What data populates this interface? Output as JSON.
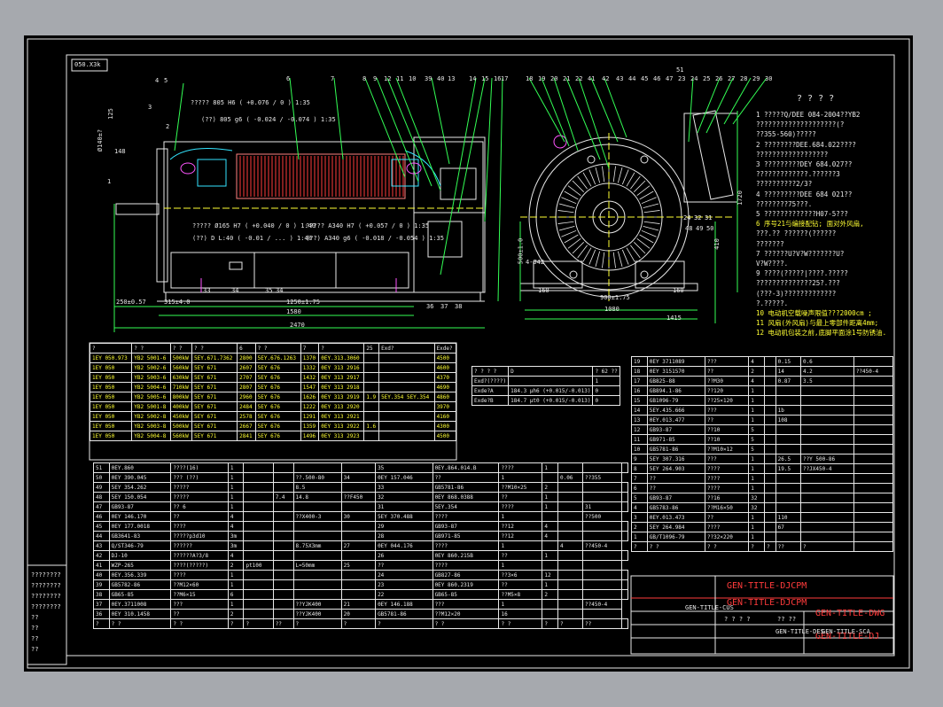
{
  "drawing": {
    "ref_box": "050.X3k",
    "side_balloons": [
      "4",
      "5",
      "3",
      "2",
      "1"
    ],
    "front_balloons": [
      "6",
      "7",
      "8",
      "9",
      "12",
      "11",
      "10",
      "39",
      "40",
      "13",
      "14",
      "15",
      "16",
      "17",
      "18",
      "19",
      "20",
      "21",
      "22",
      "41",
      "42",
      "43",
      "44",
      "45",
      "46",
      "47",
      "23",
      "24",
      "25",
      "26",
      "27",
      "28",
      "29",
      "30"
    ],
    "top51": "51",
    "fit_lines": [
      "?????  805 H6 ( +0.076 / 0 )  1:35",
      "(??)  805 g6 ( -0.024 / -0.074 ) 1:35",
      "?????  Ø165 H7 ( +0.040 / 0 )  1:40",
      "(??)  D  L:40 ( -0.01 / ... )  1:40",
      "?????  A340 H7 ( +0.057 / 0 )  1:35",
      "(??)  A340 g6 ( -0.018 / -0.054 ) 1:35"
    ],
    "bottom_balloons": [
      "33",
      "34",
      "35",
      "34",
      "36",
      "37",
      "38"
    ],
    "dims_side": [
      "250±0.57",
      "315±4.0",
      "1250±1.75",
      "1580",
      "2470",
      "148"
    ],
    "dims_front": [
      "500±1.0",
      "4-Ø42",
      "160",
      "900±1.75",
      "160",
      "1080",
      "1415",
      "1720",
      "410",
      "24",
      "32",
      "31",
      "48",
      "49",
      "50"
    ],
    "left_dim": "Ø140±?",
    "left_dim2": "125"
  },
  "notes": {
    "title": "? ? ? ?",
    "lines": [
      {
        "text": "1  ?????Q/DEE 084-2004??YB2",
        "color": "w"
      },
      {
        "text": "   ????????????????????(?",
        "color": "w"
      },
      {
        "text": "   ??355-560)?????",
        "color": "w"
      },
      {
        "text": "2  ????????DEE.684.022????",
        "color": "w"
      },
      {
        "text": "   ??????????????????",
        "color": "w"
      },
      {
        "text": "3  ?????????DEY 684.027??",
        "color": "w"
      },
      {
        "text": "   ?????????????.??????3",
        "color": "w"
      },
      {
        "text": "   ??????????2/3?",
        "color": "w"
      },
      {
        "text": "4  ?????????DEE 684 021??",
        "color": "w"
      },
      {
        "text": "   ????????75???.",
        "color": "w"
      },
      {
        "text": "5  ?????????????H07-5???",
        "color": "w"
      },
      {
        "text": "6 序号21与编接配钻; 面对外风扇,",
        "color": "y"
      },
      {
        "text": "   ???.??  ??????(??????",
        "color": "w"
      },
      {
        "text": "   ???????",
        "color": "w"
      },
      {
        "text": "7  ??????U?V?W???????U?",
        "color": "w"
      },
      {
        "text": "   V?W????.",
        "color": "w"
      },
      {
        "text": "9  ????(?????|????.?????",
        "color": "w"
      },
      {
        "text": "   ??????????????25?.???",
        "color": "w"
      },
      {
        "text": "   (???-3)?????????????",
        "color": "w"
      },
      {
        "text": "   ?.?????.",
        "color": "w"
      },
      {
        "text": "10 电动机空载噪声限值???2000cm ;",
        "color": "y"
      },
      {
        "text": "11 风扇(外风扇)与最上零部件距离4mm;",
        "color": "y"
      },
      {
        "text": "12 电动机包装之前,底脚平面涂1号防锈油.",
        "color": "y"
      }
    ]
  },
  "variant_table": {
    "header": [
      "?",
      "? ?",
      "? ?",
      "?   ?",
      "6",
      "?   ?",
      "7",
      "?",
      "25",
      "?",
      "?"
    ],
    "sub": [
      "Exd?",
      "Exde?"
    ],
    "rows": [
      [
        "1EY 050.973",
        "YB2 5001-6",
        "500kW",
        "5EY.671.7362",
        "2800",
        "5EY.676.1263",
        "1370",
        "0EY.313.3060",
        "4500"
      ],
      [
        "1EY 050",
        "YB2 5002-6",
        "560kW",
        "5EY 671",
        "2607",
        "5EY 676",
        "1332",
        "0EY 313 2916",
        "4600"
      ],
      [
        "1EY 050",
        "YB2 5003-6",
        "630kW",
        "5EY 671",
        "2707",
        "5EY 676",
        "1432",
        "0EY 313 2917",
        "4370"
      ],
      [
        "1EY 050",
        "YB2 5004-6",
        "710kW",
        "5EY 671",
        "2807",
        "5EY 676",
        "1547",
        "0EY 313 2918",
        "4690"
      ],
      [
        "1EY 050",
        "YB2 5005-6",
        "800kW",
        "5EY 671",
        "2960",
        "5EY 676",
        "1626",
        "0EY 313 2919",
        "4860"
      ],
      [
        "1EY 050",
        "YB2 5001-8",
        "400kW",
        "5EY 671",
        "2484",
        "5EY 676",
        "1222",
        "0EY 313 2920",
        "3970"
      ],
      [
        "1EY 050",
        "YB2 5002-8",
        "450kW",
        "5EY 671",
        "2578",
        "5EY 676",
        "1291",
        "0EY 313 2921",
        "4160"
      ],
      [
        "1EY 050",
        "YB2 5003-8",
        "500kW",
        "5EY 671",
        "2667",
        "5EY 676",
        "1359",
        "0EY 313 2922",
        "4300"
      ],
      [
        "1EY 050",
        "YB2 5004-8",
        "560kW",
        "5EY 671",
        "2841",
        "5EY 676",
        "1496",
        "0EY 313 2923",
        "4500"
      ]
    ],
    "side_labels": [
      "1.9",
      "1.6",
      "5EY.354",
      "5EY.354"
    ]
  },
  "exd_table": {
    "header": [
      "? ? ? ?",
      "D",
      "? 62 ??"
    ],
    "rows": [
      [
        "Exd?(????)",
        "",
        "1"
      ],
      [
        "Exde?A",
        "184.3 µh6 (+0.015/-0.013)",
        "0"
      ],
      [
        "Exde?B",
        "184.7 µt0 (+0.015/-0.013)",
        "0"
      ]
    ]
  },
  "parts_left": {
    "rows": [
      [
        "51",
        "0EY.860",
        "????(16)",
        "1",
        "",
        "",
        "",
        "",
        "35",
        "0EY.864.014.B",
        "????",
        "1",
        "",
        "",
        ""
      ],
      [
        "50",
        "0EY 390.045",
        "??? (??)",
        "1",
        "",
        "",
        "??.500-80",
        "34",
        "0EY 157.046",
        "??",
        "1",
        "",
        "0.06",
        "??355"
      ],
      [
        "49",
        "5EY 354.262",
        "?????",
        "1",
        "",
        "",
        "8.5",
        "",
        "33",
        "GB5781-86",
        "??M10×25",
        "2",
        "",
        "",
        ""
      ],
      [
        "48",
        "5EY 150.054",
        "?????",
        "1",
        "",
        "7.4",
        "14.8",
        "??F450",
        "32",
        "0EY 868.0388",
        "??",
        "1",
        "",
        "",
        ""
      ],
      [
        "47",
        "GB93-87",
        "?? 6",
        "1",
        "",
        "",
        "",
        "",
        "31",
        "5EY.354",
        "????",
        "1",
        "",
        "31",
        ""
      ],
      [
        "46",
        "0EY 146.170",
        "??",
        "4",
        "",
        "",
        "??X400-3",
        "30",
        "5EY 370.488",
        "????",
        "1",
        "",
        "",
        "??500"
      ],
      [
        "45",
        "0EY 177.0018",
        "????",
        "4",
        "",
        "",
        "",
        "",
        "29",
        "GB93-87",
        "??12",
        "4",
        "",
        "",
        ""
      ],
      [
        "44",
        "GB3641-83",
        "?????p3d10",
        "3m",
        "",
        "",
        "",
        "",
        "28",
        "GB971-85",
        "??12",
        "4",
        "",
        "",
        ""
      ],
      [
        "43",
        "Q/ST346-79",
        "??????",
        "3m",
        "",
        "",
        "8.75X3mm",
        "27",
        "0EY 044.176",
        "????",
        "1",
        "",
        "4",
        "??450-4"
      ],
      [
        "42",
        "DJ-10",
        "??????A?3/8",
        "4",
        "",
        "",
        "",
        "",
        "26",
        "0EY 860.215B",
        "??",
        "1",
        "",
        "",
        ""
      ],
      [
        "41",
        "WZP-265",
        "????(?????)",
        "2",
        "pt100",
        "",
        "L=50mm",
        "25",
        "??",
        "????",
        "1",
        "",
        "",
        ""
      ],
      [
        "40",
        "0EY.356.339",
        "????",
        "1",
        "",
        "",
        "",
        "",
        "24",
        "GB827-86",
        "??3×6",
        "12",
        "",
        "",
        ""
      ],
      [
        "39",
        "GB5782-86",
        "??M12×60",
        "1",
        "",
        "",
        "",
        "",
        "23",
        "0EY 860.2319",
        "??",
        "1",
        "",
        "",
        ""
      ],
      [
        "38",
        "GB65-85",
        "??M6×15",
        "6",
        "",
        "",
        "",
        "",
        "22",
        "GB65-85",
        "??M5×8",
        "2",
        "",
        "",
        ""
      ],
      [
        "37",
        "0EY.3711008",
        "???",
        "1",
        "",
        "",
        "??YJK400",
        "21",
        "0EY 146.188",
        "???",
        "1",
        "",
        "",
        "??450-4"
      ],
      [
        "36",
        "0EY 310.1458",
        "??",
        "2",
        "",
        "",
        "??YJK400",
        "20",
        "GB5781-86",
        "??M12×20",
        "16",
        "",
        "",
        ""
      ],
      [
        "?",
        "?  ?",
        "? ?",
        "?",
        "?",
        "??",
        "?",
        "?",
        "?",
        "?  ?",
        "? ?",
        "?",
        "?",
        "??",
        ""
      ]
    ]
  },
  "parts_right": {
    "rows": [
      [
        "19",
        "0EY 3711089",
        "???",
        "4",
        "",
        "0.15",
        "0.6",
        ""
      ],
      [
        "18",
        "0EY 3151570",
        "??",
        "2",
        "",
        "14",
        "4.2",
        "??450-4"
      ],
      [
        "17",
        "GB825-88",
        "??M30",
        "4",
        "",
        "0.87",
        "3.5",
        ""
      ],
      [
        "16",
        "GB894.1-86",
        "??120",
        "1",
        "",
        "",
        "",
        ""
      ],
      [
        "15",
        "GB1096-79",
        "??25×120",
        "1",
        "",
        "",
        "",
        ""
      ],
      [
        "14",
        "5EY.435.666",
        "???",
        "1",
        "",
        "1b",
        "",
        ""
      ],
      [
        "13",
        "0EY.013.477",
        "??",
        "1",
        "",
        "108",
        "",
        ""
      ],
      [
        "12",
        "GB93-87",
        "??10",
        "5",
        "",
        "",
        "",
        ""
      ],
      [
        "11",
        "GB971-85",
        "??10",
        "5",
        "",
        "",
        "",
        ""
      ],
      [
        "10",
        "GB5781-86",
        "??M10×12",
        "5",
        "",
        "",
        "",
        ""
      ],
      [
        "9",
        "5EY 307.316",
        "???",
        "1",
        "",
        "26.5",
        "??Y 500-86",
        ""
      ],
      [
        "8",
        "5EY 264.903",
        "????",
        "1",
        "",
        "19.5",
        "??JX450-4",
        ""
      ],
      [
        "7",
        "??",
        "????",
        "1",
        "",
        "",
        "",
        ""
      ],
      [
        "6",
        "??",
        "????",
        "1",
        "",
        "",
        "",
        ""
      ],
      [
        "5",
        "GB93-87",
        "??16",
        "32",
        "",
        "",
        "",
        ""
      ],
      [
        "4",
        "GB5783-86",
        "??M16×50",
        "32",
        "",
        "",
        "",
        ""
      ],
      [
        "3",
        "0EY.013.473",
        "??",
        "1",
        "",
        "110",
        "",
        ""
      ],
      [
        "2",
        "5EY 264.984",
        "????",
        "1",
        "",
        "67",
        "",
        ""
      ],
      [
        "1",
        "GB/T1096-79",
        "??32×220",
        "1",
        "",
        "",
        "",
        ""
      ],
      [
        "?",
        "?  ?",
        "? ?",
        "?",
        "?",
        "??",
        "?",
        ""
      ]
    ]
  },
  "title_block": {
    "t1": "GEN-TITLE-DJCPM",
    "t2": "GEN-TITLE-DJCPM",
    "t3": "GEN-TITLE-DWG",
    "t4": "GEN-TITLE-DJ",
    "small1": "GEN-TITLE-DES",
    "small2": "GEN-TITLE-CUS",
    "small3": "GEN-TITLE-SCA",
    "q": "? ? ? ?",
    "q2": "?? ??"
  },
  "left_strip": [
    "????????",
    "????????",
    "????????",
    "????????",
    "??",
    "??",
    "??",
    "??"
  ]
}
